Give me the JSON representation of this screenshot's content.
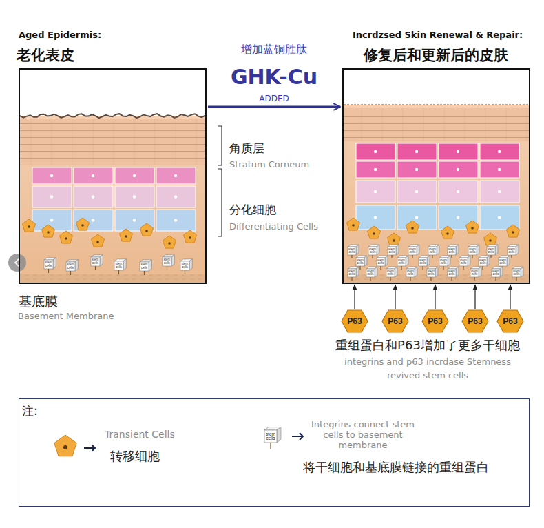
{
  "diagram": {
    "nodes": [
      {
        "text": [
          "Aged Epidermis:",
          "老化表皮"
        ]
      },
      {
        "text": [
          "Incrdzsed Skin Renewal & Repair:",
          "修复后和更新后的皮肤"
        ]
      },
      {
        "text": [
          "P63"
        ]
      },
      {
        "text": [
          "P63"
        ]
      },
      {
        "text": [
          "P63"
        ]
      },
      {
        "text": [
          "P63"
        ]
      },
      {
        "text": [
          "P63"
        ]
      }
    ],
    "edges": [
      {
        "from": 0,
        "to": 1,
        "arrow": "to"
      },
      {
        "from": 2,
        "to": 1,
        "arrow": "to"
      },
      {
        "from": 3,
        "to": 1,
        "arrow": "to"
      },
      {
        "from": 4,
        "to": 1,
        "arrow": "to"
      },
      {
        "from": 5,
        "to": 1,
        "arrow": "to"
      },
      {
        "from": 6,
        "to": 1,
        "arrow": "to"
      }
    ],
    "labels": [
      "增加蓝铜胜肽",
      "GHK-Cu",
      "ADDED",
      "角质层",
      "Stratum Corneum",
      "分化细胞",
      "Differentiating Cells",
      "基底膜",
      "Basement Membrane",
      "重组蛋白和P63增加了更多干细胞",
      "integrins and p63 incrdase Stemness",
      "revived stem cells",
      "注:",
      "转移细胞",
      "stem cells",
      "将干细胞和基底膜链接的重组蛋白",
      "stem cells",
      "stem cells",
      "stem cells",
      "stem cells",
      "stem cells",
      "stem cells",
      "stem cells",
      "stem cells",
      "stem cells",
      "stem cells",
      "stem cells",
      "stem cells",
      "stem cells",
      "stem cells",
      "stem cells",
      "stem cells",
      "stem cells",
      "stem cells",
      "stem cells",
      "stem cells",
      "stem cells",
      "stem cells",
      "stem cells",
      "stem cells",
      "stem cells",
      "stem cells",
      "stem cells",
      "stem cells",
      "stem cells",
      "stem cells",
      "stem cells",
      "stem cells",
      "stem cells"
    ],
    "legend": [
      {
        "text": "Transient Cells"
      },
      {
        "text": "Integrins connect stem cells to basement membrane"
      }
    ]
  }
}
